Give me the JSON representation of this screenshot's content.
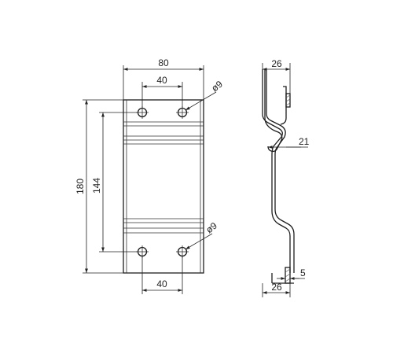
{
  "front_view": {
    "dim_top_width": "80",
    "dim_top_hole_spacing": "40",
    "dim_top_hole_dia": "ø9",
    "dim_overall_height": "180",
    "dim_hole_pitch": "144",
    "dim_bottom_hole_dia": "ø9",
    "dim_bottom_hole_spacing": "40"
  },
  "side_view": {
    "dim_top_depth": "26",
    "dim_offset": "21",
    "dim_bottom_depth": "26",
    "dim_thickness": "5"
  }
}
